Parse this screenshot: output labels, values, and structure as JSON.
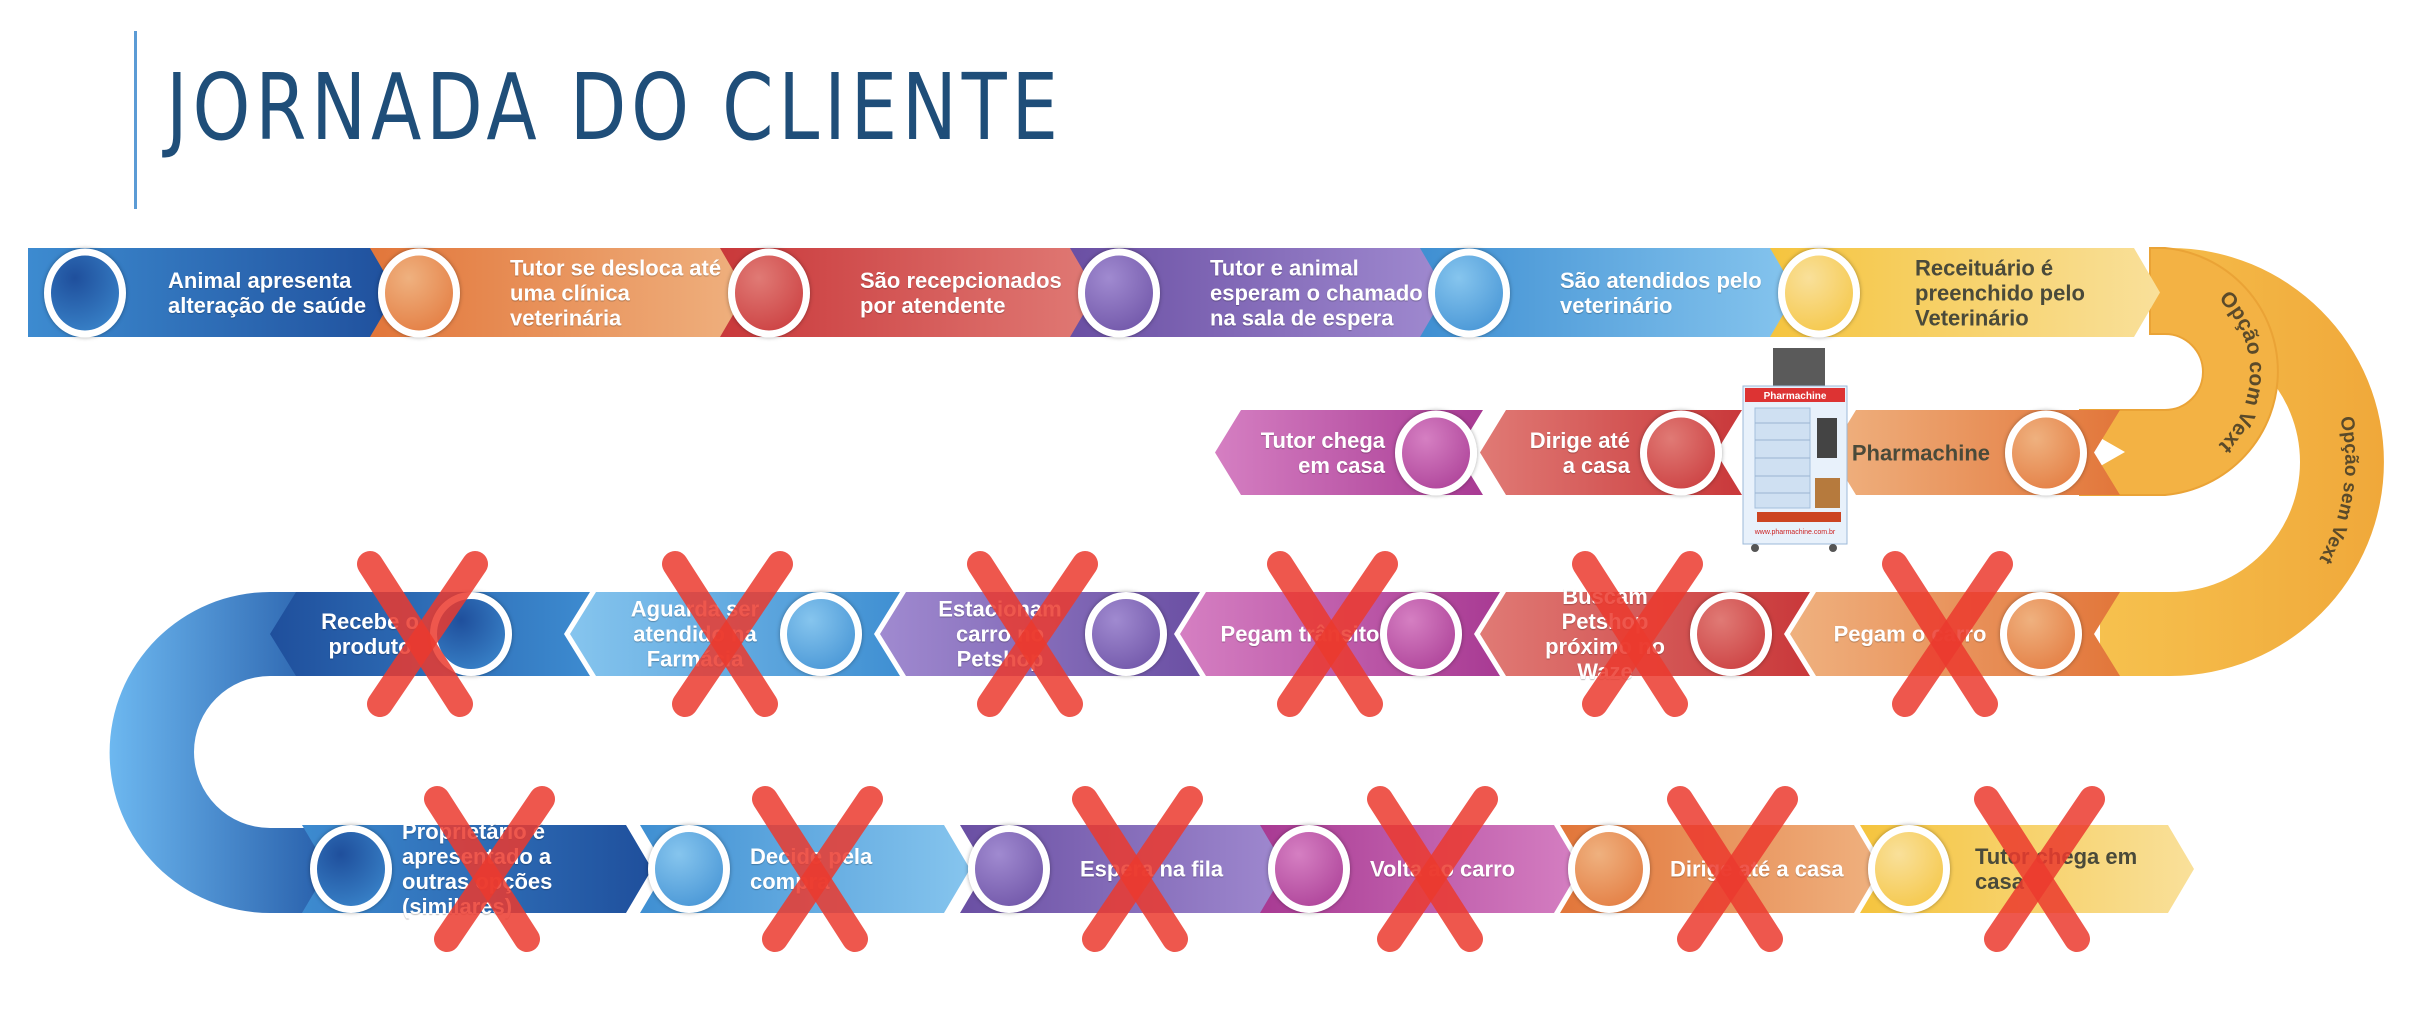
{
  "title": "JORNADA DO CLIENTE",
  "curves": {
    "with_vext": "Opção com Vext",
    "without_vext": "Opção sem Vext"
  },
  "machine": {
    "brand": "Pharmachine",
    "site": "www.pharmachine.com.br"
  },
  "colors": {
    "blue": "#2a62ad",
    "orange": "#e98a45",
    "red": "#d7474a",
    "purple": "#7c5fb0",
    "lightblue": "#4f9fdc",
    "yellow": "#f6c94c",
    "magenta": "#b94a9f",
    "cross": "#eb3a2e",
    "curve": "#f3b449",
    "title": "#1f4e79"
  },
  "rows": [
    {
      "id": "row1",
      "dir": "r",
      "steps": [
        {
          "label": "Animal apresenta alteração de saúde",
          "color": "blue",
          "crossed": false
        },
        {
          "label": "Tutor se desloca até uma clínica veterinária",
          "color": "orange",
          "crossed": false
        },
        {
          "label": "São recepcionados por atendente",
          "color": "red",
          "crossed": false
        },
        {
          "label": "Tutor e animal esperam o chamado na sala de espera",
          "color": "purple",
          "crossed": false
        },
        {
          "label": "São atendidos pelo veterinário",
          "color": "lightblue",
          "crossed": false
        },
        {
          "label": "Receituário é preenchido pelo Veterinário",
          "color": "yellow",
          "crossed": false
        }
      ]
    },
    {
      "id": "row2",
      "dir": "l",
      "steps": [
        {
          "label": "Pharmachine",
          "color": "orange",
          "crossed": false
        },
        {
          "label": "Dirige até a casa",
          "color": "red",
          "crossed": false
        },
        {
          "label": "Tutor chega em casa",
          "color": "magenta",
          "crossed": false
        }
      ]
    },
    {
      "id": "row3",
      "dir": "l",
      "steps": [
        {
          "label": "Pegam o carro",
          "color": "orange",
          "crossed": true
        },
        {
          "label": "Buscam Petshop próximo no Waze",
          "color": "red",
          "crossed": true
        },
        {
          "label": "Pegam trânsito",
          "color": "magenta",
          "crossed": true
        },
        {
          "label": "Estacionam carro no Petshop",
          "color": "purple",
          "crossed": true
        },
        {
          "label": "Aguarda ser atendido na Farmácia",
          "color": "lightblue",
          "crossed": true
        },
        {
          "label": "Recebe o produto",
          "color": "blue",
          "crossed": true
        }
      ]
    },
    {
      "id": "row4",
      "dir": "r",
      "steps": [
        {
          "label": "Proprietário é apresentado a outras opções (similares)",
          "color": "blue",
          "crossed": true
        },
        {
          "label": "Decide pela compra",
          "color": "lightblue",
          "crossed": true
        },
        {
          "label": "Espera na fila",
          "color": "purple",
          "crossed": true
        },
        {
          "label": "Volta ao carro",
          "color": "magenta",
          "crossed": true
        },
        {
          "label": "Dirige até a casa",
          "color": "orange",
          "crossed": true
        },
        {
          "label": "Tutor chega em casa",
          "color": "yellow",
          "crossed": true
        }
      ]
    }
  ]
}
